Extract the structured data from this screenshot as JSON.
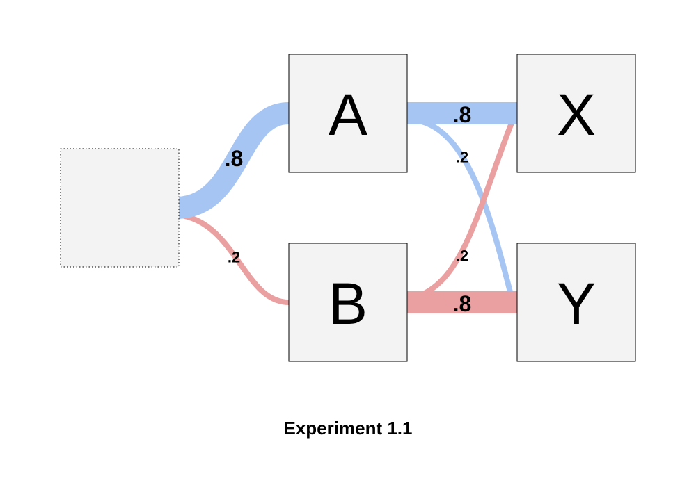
{
  "colors": {
    "blue_flow": "#a7c5f2",
    "red_flow": "#eaa0a0",
    "node_fill": "#f3f3f3"
  },
  "nodes": {
    "source": {
      "label": ""
    },
    "a": {
      "label": "A"
    },
    "b": {
      "label": "B"
    },
    "x": {
      "label": "X"
    },
    "y": {
      "label": "Y"
    }
  },
  "edges": {
    "source_to_a": {
      "label": ".8",
      "weight": 0.8
    },
    "source_to_b": {
      "label": ".2",
      "weight": 0.2
    },
    "a_to_x": {
      "label": ".8",
      "weight": 0.8
    },
    "a_to_y": {
      "label": ".2",
      "weight": 0.2
    },
    "b_to_x": {
      "label": ".2",
      "weight": 0.2
    },
    "b_to_y": {
      "label": ".8",
      "weight": 0.8
    }
  },
  "caption": "Experiment 1.1"
}
